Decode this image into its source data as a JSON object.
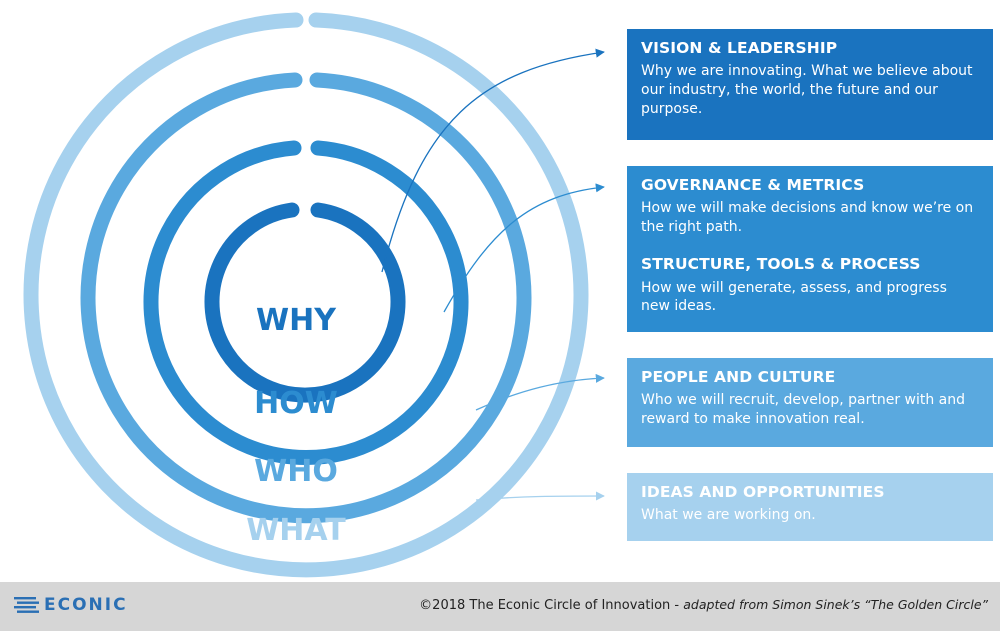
{
  "rings": [
    {
      "label": "WHY",
      "color": "#1a73bf"
    },
    {
      "label": "HOW",
      "color": "#2c8cd0"
    },
    {
      "label": "WHO",
      "color": "#5aa9df"
    },
    {
      "label": "WHAT",
      "color": "#a6d1ee"
    }
  ],
  "boxes": {
    "vision": {
      "title": "VISION & LEADERSHIP",
      "text": "Why we are innovating. What we believe about our industry, the world, the future and our purpose."
    },
    "governance": {
      "title": "GOVERNANCE & METRICS",
      "text": "How we will make decisions and know we’re on the right path.",
      "title2": "STRUCTURE, TOOLS & PROCESS",
      "text2": "How we will generate, assess, and progress new ideas."
    },
    "people": {
      "title": "PEOPLE AND CULTURE",
      "text": "Who we will recruit, develop, partner with and reward to make innovation real."
    },
    "ideas": {
      "title": "IDEAS AND OPPORTUNITIES",
      "text": "What we are working on."
    }
  },
  "footer": {
    "logo": "ECONIC",
    "copyright": "©2018 The Econic Circle of Innovation",
    "separator": " - ",
    "adapted": "adapted from Simon Sinek’s “The Golden Circle”",
    "logo_color": "#2a6fb4"
  }
}
